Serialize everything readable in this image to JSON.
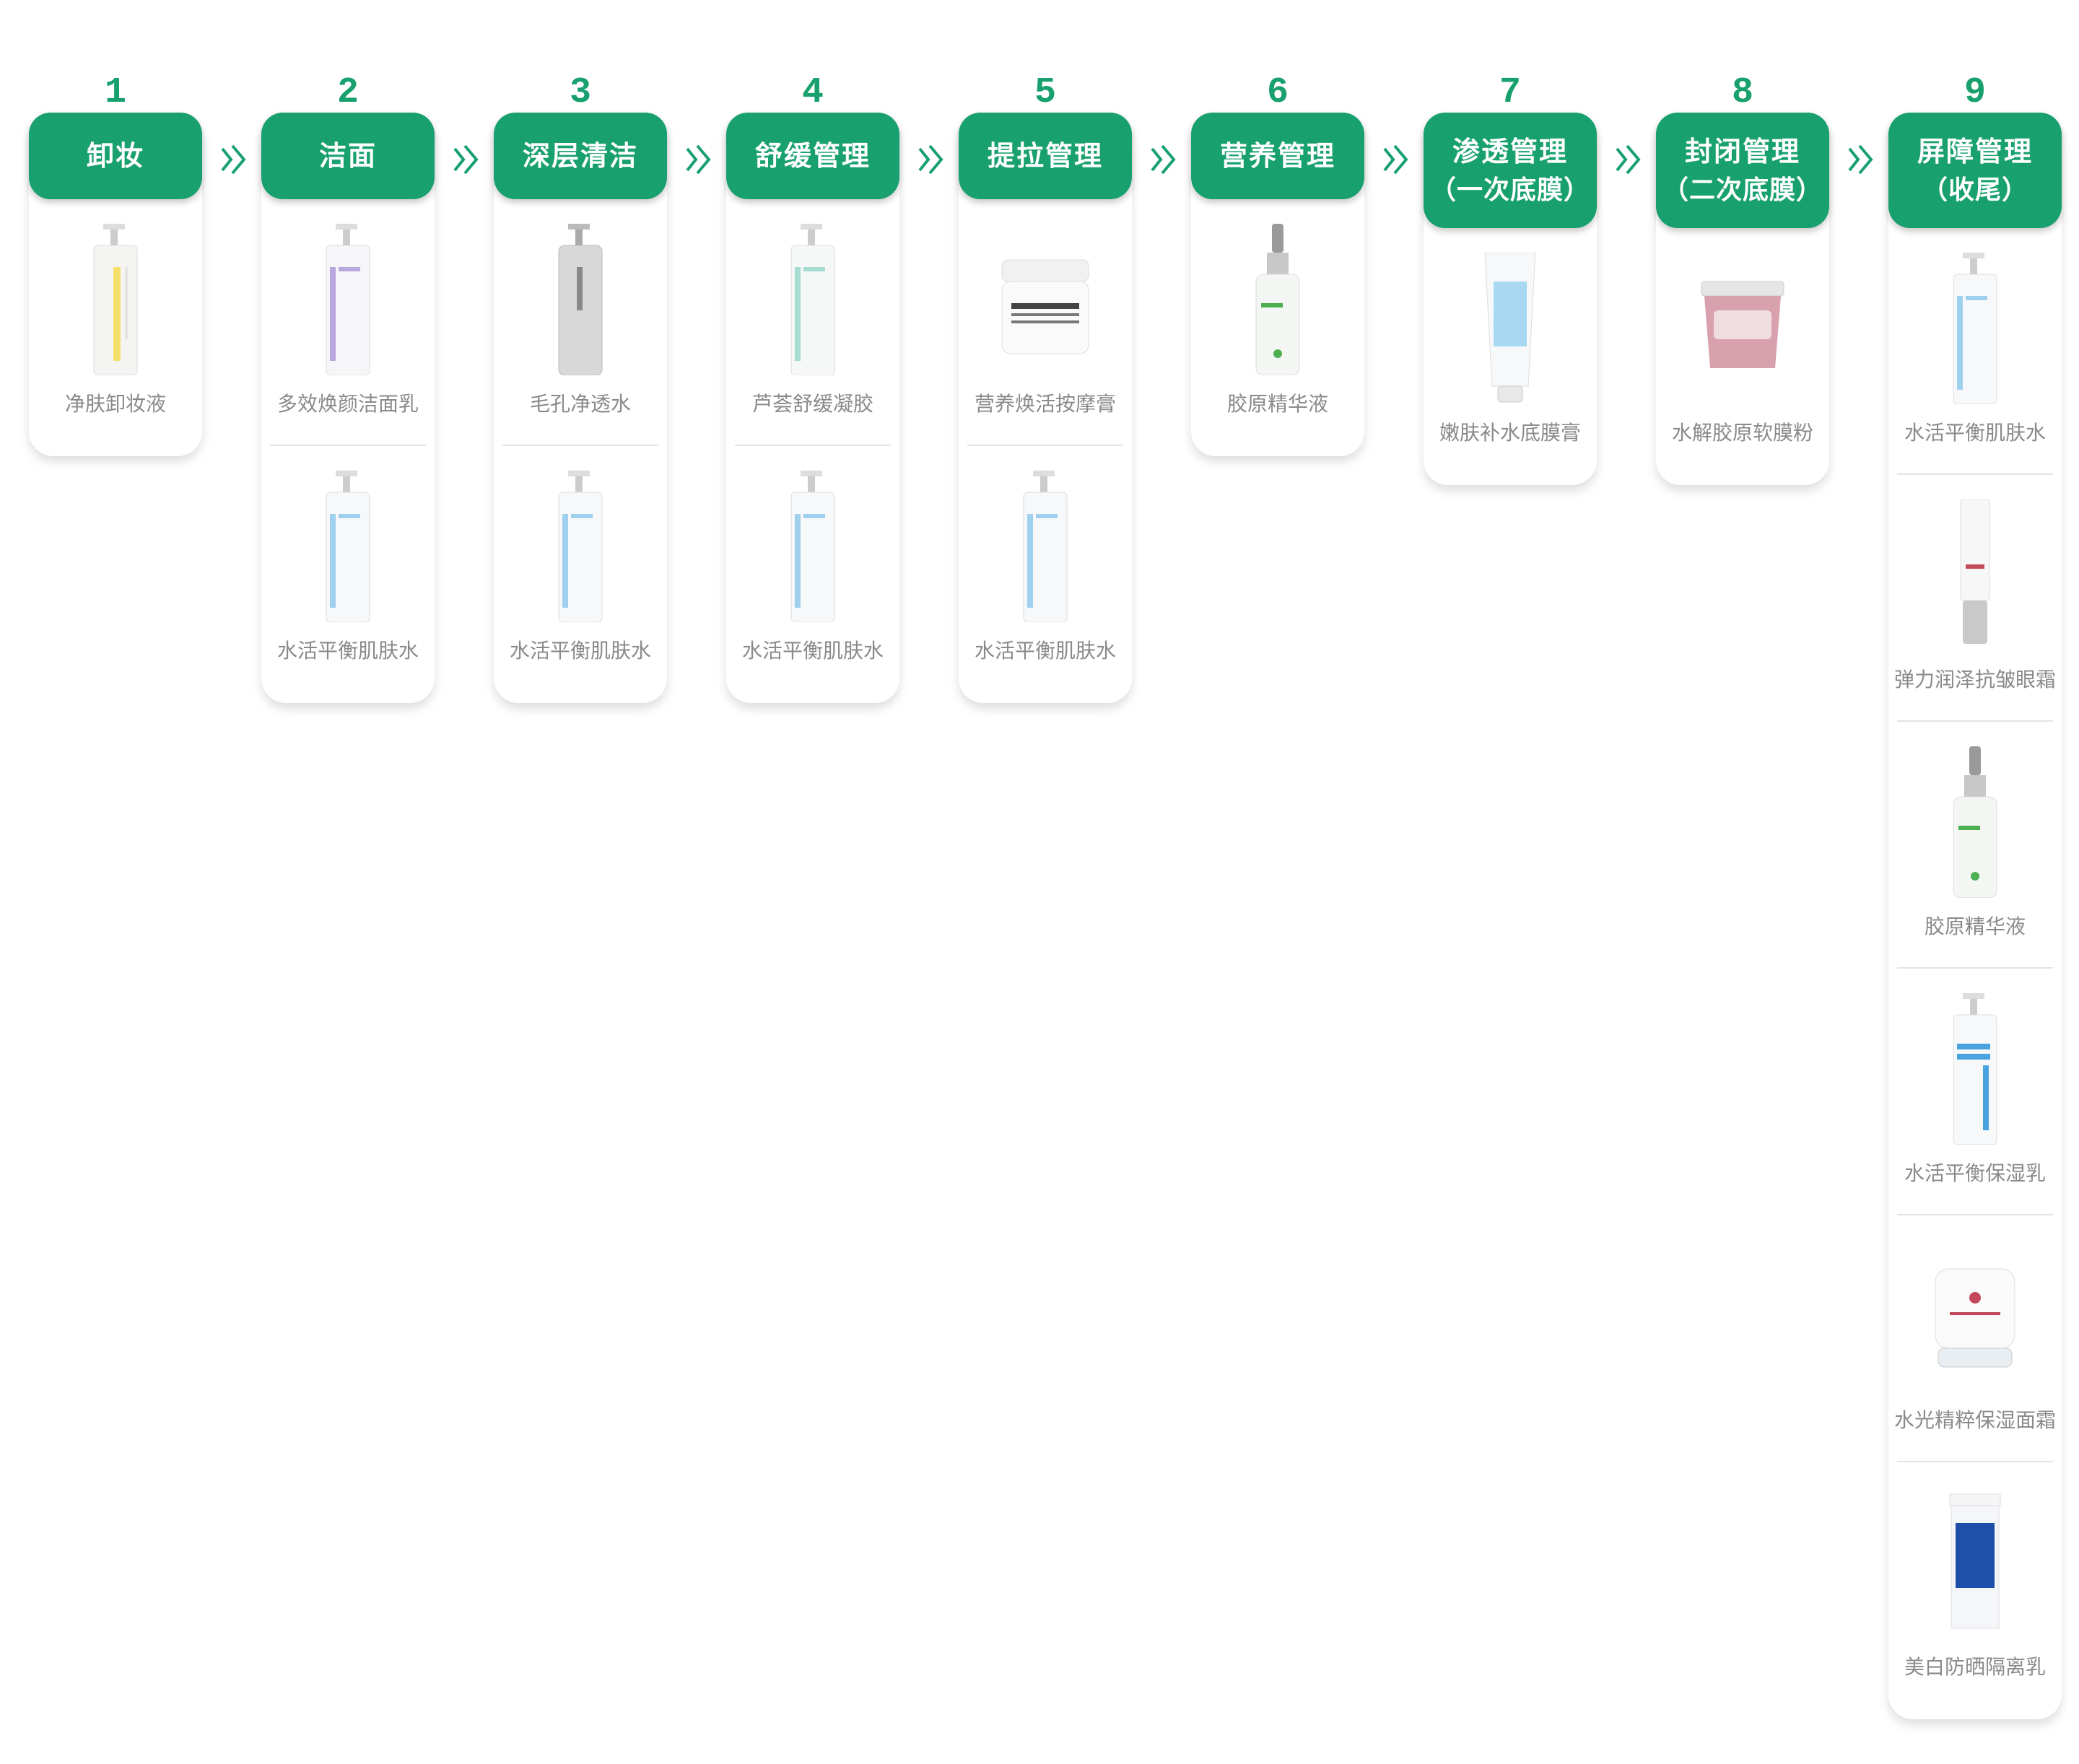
{
  "steps": [
    {
      "number": "1",
      "title": "卸妆",
      "products": [
        "净肤卸妆液"
      ]
    },
    {
      "number": "2",
      "title": "洁面",
      "products": [
        "多效焕颜洁面乳",
        "水活平衡肌肤水"
      ]
    },
    {
      "number": "3",
      "title": "深层清洁",
      "products": [
        "毛孔净透水",
        "水活平衡肌肤水"
      ]
    },
    {
      "number": "4",
      "title": "舒缓管理",
      "products": [
        "芦荟舒缓凝胶",
        "水活平衡肌肤水"
      ]
    },
    {
      "number": "5",
      "title": "提拉管理",
      "products": [
        "营养焕活按摩膏",
        "水活平衡肌肤水"
      ]
    },
    {
      "number": "6",
      "title": "营养管理",
      "products": [
        "胶原精华液"
      ]
    },
    {
      "number": "7",
      "title": "渗透管理",
      "subtitle": "（一次底膜）",
      "products": [
        "嫩肤补水底膜膏"
      ]
    },
    {
      "number": "8",
      "title": "封闭管理",
      "subtitle": "（二次底膜）",
      "products": [
        "水解胶原软膜粉"
      ]
    },
    {
      "number": "9",
      "title": "屏障管理",
      "subtitle": "（收尾）",
      "products": [
        "水活平衡肌肤水",
        "弹力润泽抗皱眼霜",
        "胶原精华液",
        "水活平衡保湿乳",
        "水光精粹保湿面霜",
        "美白防晒隔离乳"
      ]
    }
  ],
  "colors": {
    "accent": "#18a06e",
    "label": "#8a8a8a"
  }
}
